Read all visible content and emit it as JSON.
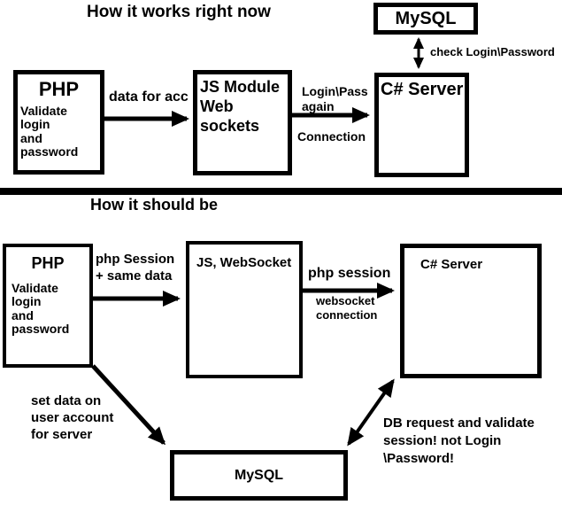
{
  "colors": {
    "ink": "#000000",
    "background": "#ffffff"
  },
  "current": {
    "title": "How it works right now",
    "mysql_box": {
      "title": "MySQL"
    },
    "php_box": {
      "title": "PHP",
      "lines": [
        "Validate login",
        "and password"
      ]
    },
    "js_box": {
      "lines": [
        "JS Module",
        "Web",
        "sockets"
      ]
    },
    "csharp_box": {
      "title": "C# Server"
    },
    "labels": {
      "data_for_acc": "data for acc",
      "login_pass": [
        "Login\\Pass",
        "again"
      ],
      "connection": "Connection",
      "check_login_password": "check Login\\Password"
    }
  },
  "proposed": {
    "title": "How it should be",
    "php_box": {
      "title": "PHP",
      "lines": [
        "Validate login",
        "and password"
      ]
    },
    "js_box": {
      "title": "JS, WebSocket"
    },
    "csharp_box": {
      "title": "C# Server"
    },
    "mysql_box": {
      "title": "MySQL"
    },
    "labels": {
      "php_session_same_data": [
        "php Session",
        "+ same data"
      ],
      "php_session": "php session",
      "websocket_connection": [
        "websocket",
        "connection"
      ],
      "set_data": [
        "set data on",
        "user account",
        "for server"
      ],
      "db_request": [
        "DB request and validate",
        "session! not Login",
        "\\Password!"
      ]
    }
  }
}
